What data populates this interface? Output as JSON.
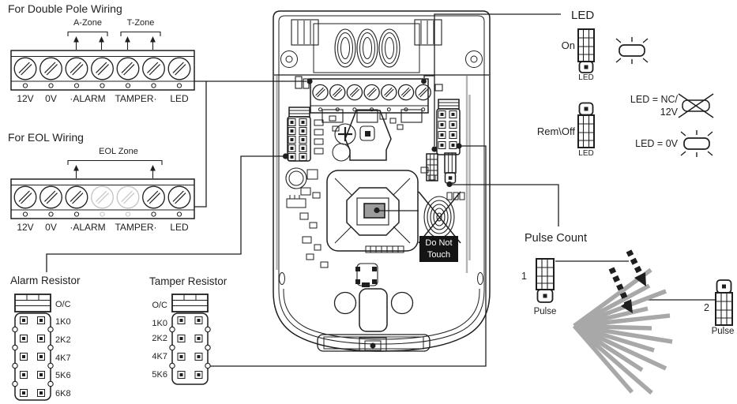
{
  "colors": {
    "ink": "#1f1f1f",
    "muted_screw": "#c4c4c4",
    "beam": "#a8a8a8",
    "band": "#b3b3b3",
    "dnt_bg": "#141414",
    "dnt_text": "#ffffff",
    "sensor_window": "#9c9c9c"
  },
  "double_pole": {
    "title": "For Double Pole Wiring",
    "zones": [
      "A-Zone",
      "T-Zone"
    ],
    "terminals": [
      "12V",
      "0V",
      "·ALARM",
      "TAMPER·",
      "LED"
    ]
  },
  "eol": {
    "title": "For EOL Wiring",
    "zone": "EOL Zone",
    "terminals": [
      "12V",
      "0V",
      "·ALARM",
      "TAMPER·",
      "LED"
    ]
  },
  "alarm_resistor": {
    "title": "Alarm Resistor",
    "options": [
      "O/C",
      "1K0",
      "2K2",
      "4K7",
      "5K6",
      "6K8"
    ]
  },
  "tamper_resistor": {
    "title": "Tamper Resistor",
    "options": [
      "O/C",
      "1K0",
      "2K2",
      "4K7",
      "5K6"
    ]
  },
  "led": {
    "title": "LED",
    "on": "On",
    "rem_off": "Rem\\Off",
    "cap": "LED",
    "eq_nc_line1": "LED = NC/",
    "eq_nc_line2": "12V",
    "eq_0v": "LED = 0V"
  },
  "pulse": {
    "title": "Pulse Count",
    "one": "1",
    "two": "2",
    "cap": "Pulse"
  },
  "do_not_touch": {
    "line1": "Do Not",
    "line2": "Touch"
  }
}
